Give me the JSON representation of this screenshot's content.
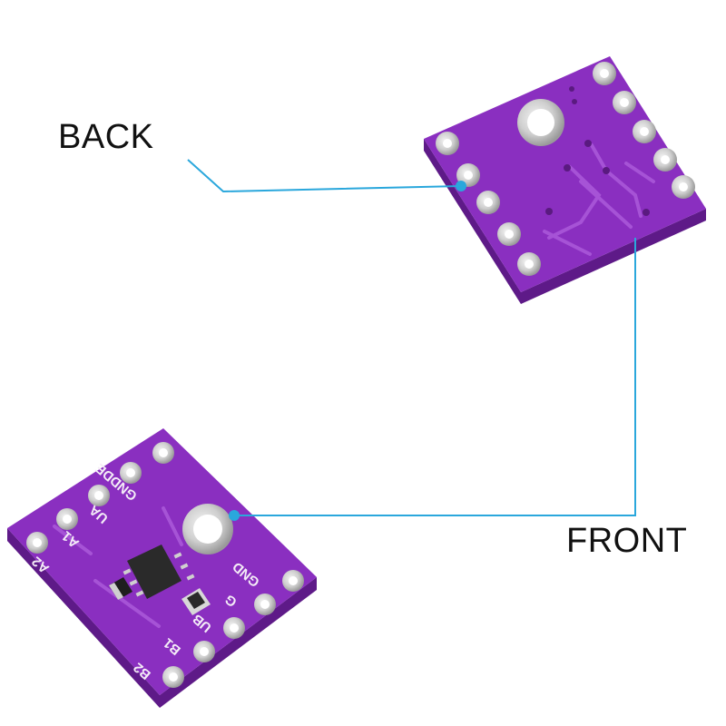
{
  "labels": {
    "back": "BACK",
    "front": "FRONT"
  },
  "silkscreen": {
    "gnd_de": "GNDDE",
    "ua": "UA",
    "a1": "A1",
    "a2": "A2",
    "gnd": "GND",
    "g": "G",
    "ub": "UB",
    "b1": "B1",
    "b2": "B2"
  },
  "colors": {
    "pcb": "#8a2fc0",
    "pcb_edge": "#5e1a88",
    "pad": "#d9d9d9",
    "leader": "#2aa7dc"
  }
}
